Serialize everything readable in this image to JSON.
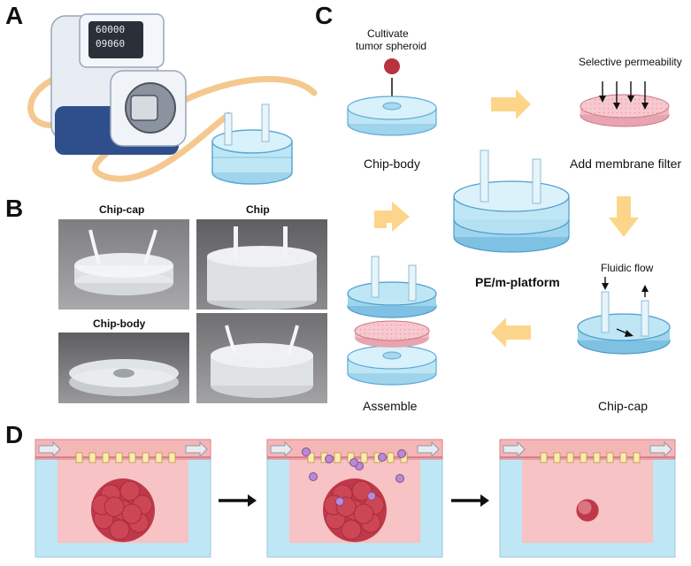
{
  "panels": {
    "a": {
      "letter": "A",
      "pump_display": {
        "line1": "60000",
        "line2": "09060"
      }
    },
    "b": {
      "letter": "B",
      "labels": {
        "chip_cap": "Chip-cap",
        "chip": "Chip",
        "chip_body": "Chip-body"
      }
    },
    "c": {
      "letter": "C",
      "spheroid_label_line1": "Cultivate",
      "spheroid_label_line2": "tumor spheroid",
      "selective_permeability": "Selective permeability",
      "chip_body": "Chip-body",
      "add_membrane_filter": "Add membrane filter",
      "center": "PE/m-platform",
      "fluidic_flow": "Fluidic flow",
      "assemble": "Assemble",
      "chip_cap": "Chip-cap"
    },
    "d": {
      "letter": "D"
    }
  },
  "colors": {
    "chip_blue": "#bfe6f5",
    "chip_blue_dark": "#5aa9d6",
    "membrane_pink": "#f7c9cf",
    "arrow_yellow": "#fdd58a",
    "tumor_red": "#c0394b",
    "tube_orange": "#f4c88f",
    "particle_purple": "#b98ad0"
  }
}
